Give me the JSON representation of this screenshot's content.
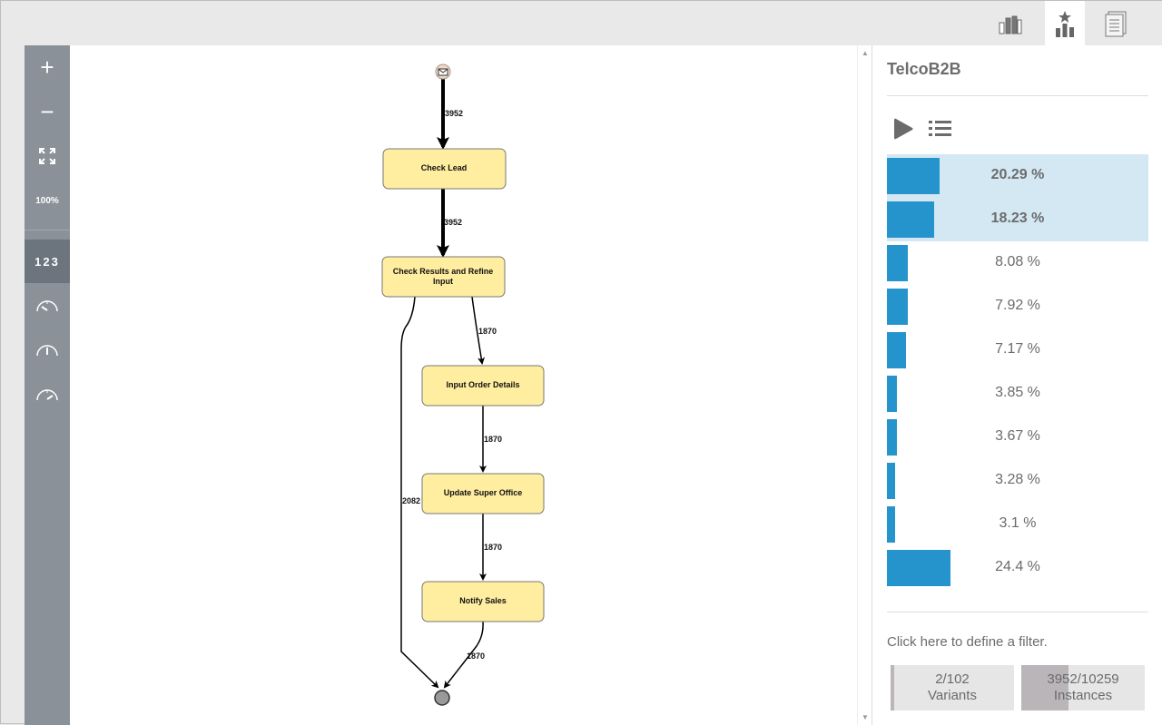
{
  "top_tabs": [
    {
      "name": "statistics-tab",
      "icon": "bar-chart-icon"
    },
    {
      "name": "variants-tab",
      "icon": "ranked-bars-star-icon",
      "active": true
    },
    {
      "name": "documents-tab",
      "icon": "documents-icon"
    }
  ],
  "toolbar": {
    "zoom_in": "+",
    "zoom_out": "−",
    "fit": "fit-screen-icon",
    "zoom_level": "100%",
    "numbers": "123",
    "speed_slow": "gauge-low-icon",
    "speed_mid": "gauge-mid-icon",
    "speed_high": "gauge-high-icon"
  },
  "graph": {
    "nodes": {
      "check_lead": "Check Lead",
      "check_results_1": "Check Results and Refine",
      "check_results_2": "Input",
      "input_order": "Input Order Details",
      "update_super": "Update Super Office",
      "notify": "Notify Sales"
    },
    "edges": {
      "start_check": "3952",
      "check_results": "3952",
      "results_input": "1870",
      "results_end": "2082",
      "input_update": "1870",
      "update_notify": "1870",
      "notify_end": "1870"
    },
    "colors": {
      "node_fill": "#ffeda0",
      "start_fill": "#f8d5c0",
      "end_fill": "#999999"
    }
  },
  "panel": {
    "title": "TelcoB2B",
    "variants": [
      {
        "pct": 20.29,
        "label": "20.29 %",
        "selected": true
      },
      {
        "pct": 18.23,
        "label": "18.23 %",
        "selected": true
      },
      {
        "pct": 8.08,
        "label": "8.08 %"
      },
      {
        "pct": 7.92,
        "label": "7.92 %"
      },
      {
        "pct": 7.17,
        "label": "7.17 %"
      },
      {
        "pct": 3.85,
        "label": "3.85 %"
      },
      {
        "pct": 3.67,
        "label": "3.67 %"
      },
      {
        "pct": 3.28,
        "label": "3.28 %"
      },
      {
        "pct": 3.1,
        "label": "3.1 %"
      },
      {
        "pct": 24.4,
        "label": "24.4 %"
      }
    ],
    "filter_text": "Click here to define a filter.",
    "variants_stat": {
      "value": "2/102",
      "label": "Variants",
      "fraction": 0.0196
    },
    "instances_stat": {
      "value": "3952/10259",
      "label": "Instances",
      "fraction": 0.3852
    },
    "accent": "#2694cc"
  }
}
